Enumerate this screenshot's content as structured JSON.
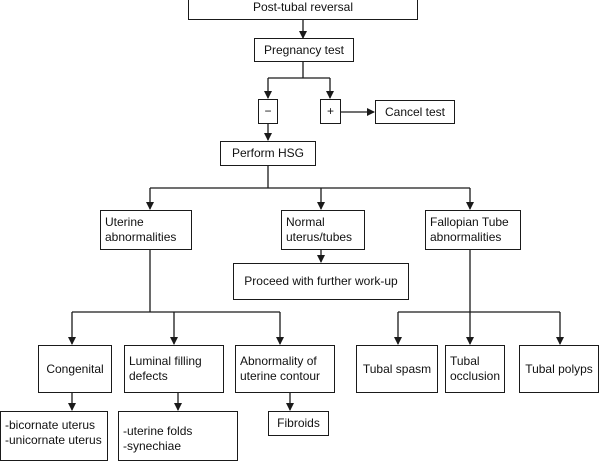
{
  "nodes": {
    "top": "Post-tubal reversal",
    "pregnancy_test": "Pregnancy test",
    "negative": "−",
    "positive": "+",
    "cancel_test": "Cancel test",
    "perform_hsg": "Perform HSG",
    "uterine_abn": [
      "Uterine",
      "abnormalities"
    ],
    "normal": [
      "Normal",
      "uterus/tubes"
    ],
    "fallopian_abn": [
      "Fallopian Tube",
      "abnormalities"
    ],
    "further_workup": "Proceed with further work-up",
    "congenital": "Congenital",
    "luminal": [
      "Luminal filling",
      "defects"
    ],
    "contour": [
      "Abnormality of",
      "uterine contour"
    ],
    "tubal_spasm": "Tubal spasm",
    "tubal_occlusion": [
      "Tubal",
      "occlusion"
    ],
    "tubal_polyps": "Tubal polyps",
    "congenital_list": [
      "-bicornate uterus",
      "-unicornate uterus"
    ],
    "luminal_list": [
      "-uterine folds",
      "-synechiae"
    ],
    "fibroids": "Fibroids"
  }
}
